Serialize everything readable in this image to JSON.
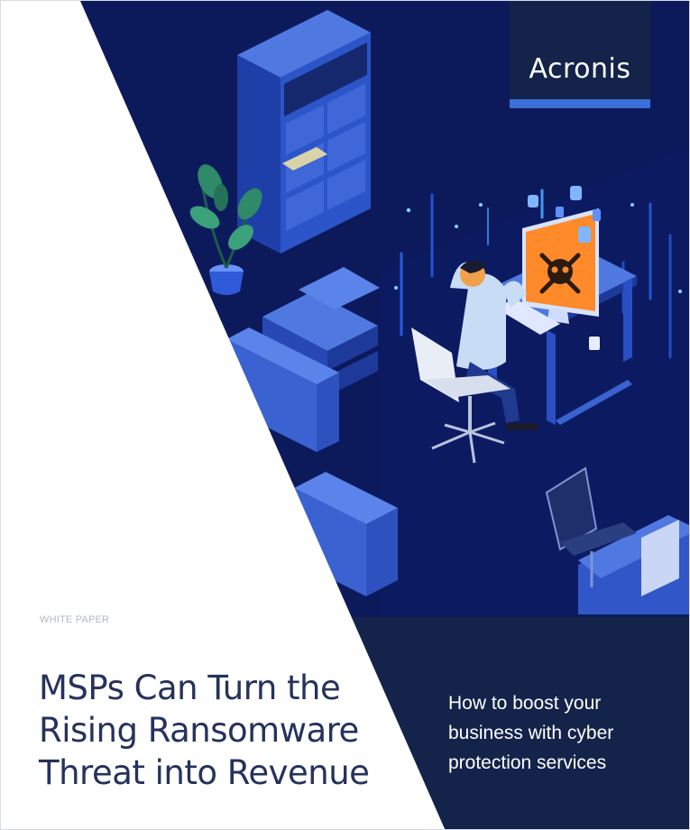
{
  "brand": {
    "logo_text": "Acronis",
    "colors": {
      "navy": "#13234a",
      "hero_blue": "#0c1a5c",
      "accent_blue": "#3a6fd8",
      "headline": "#25325c",
      "warning_orange": "#ff8a2a"
    }
  },
  "cover": {
    "eyebrow": "WHITE PAPER",
    "headline_lines": [
      "MSPs Can Turn the",
      "Rising Ransomware",
      "Threat into Revenue"
    ],
    "subhead_lines": [
      "How to boost your",
      "business with cyber",
      "protection services"
    ]
  },
  "illustration": {
    "scene": "isometric-office-ransomware",
    "icons": [
      "skull-crossbones-icon",
      "bitcoin-icon"
    ]
  }
}
